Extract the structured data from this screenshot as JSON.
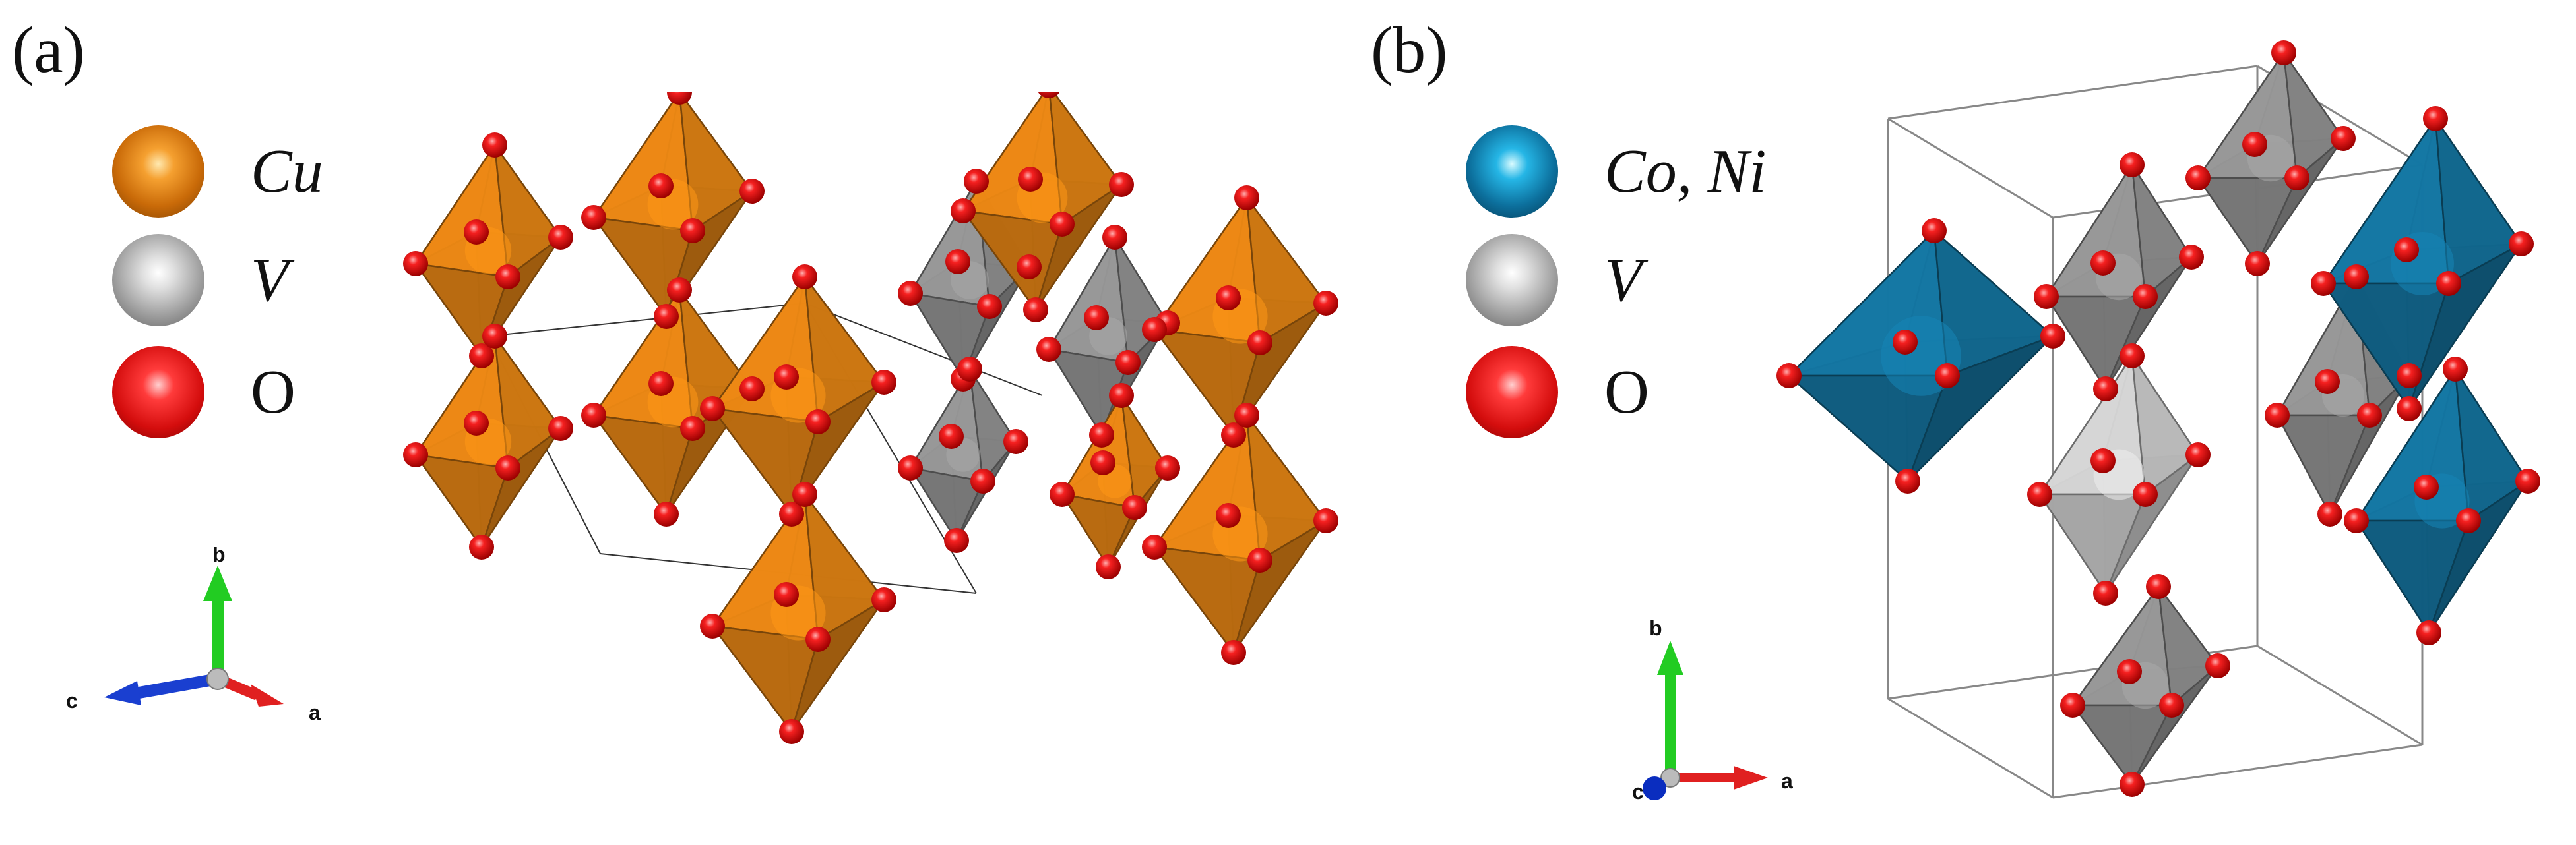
{
  "panel_a": {
    "label": "(a)",
    "legend": [
      {
        "label": "Cu",
        "italic": true,
        "color": "#e07a10"
      },
      {
        "label": "V",
        "italic": true,
        "color": "#a8a8a8"
      },
      {
        "label": "O",
        "italic": false,
        "color": "#ee1111"
      }
    ],
    "axes": {
      "b": "b",
      "c": "c",
      "a": "a"
    }
  },
  "panel_b": {
    "label": "(b)",
    "legend": [
      {
        "label": "Co, Ni",
        "italic": true,
        "color": "#1a7fb0"
      },
      {
        "label": "V",
        "italic": true,
        "color": "#a8a8a8"
      },
      {
        "label": "O",
        "italic": false,
        "color": "#ee1111"
      }
    ],
    "axes": {
      "b": "b",
      "c": "c",
      "a": "a"
    }
  },
  "colors": {
    "copper_polyhedron": "#f08a14",
    "vanadium_polyhedron": "#9a9a9a",
    "cobalt_nickel_polyhedron": "#1479a6",
    "oxygen_atom": "#e81515",
    "axis_a": "#e02020",
    "axis_b": "#22cc22",
    "axis_c": "#1a3fd0"
  }
}
